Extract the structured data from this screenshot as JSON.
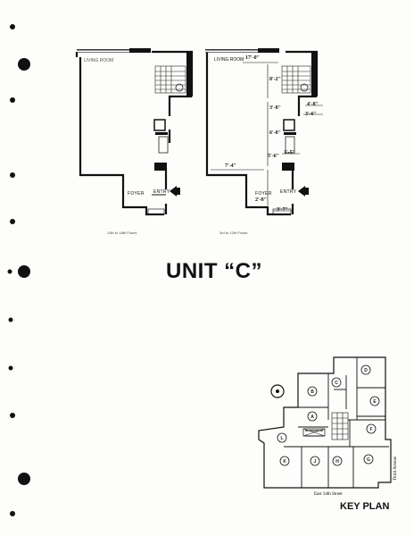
{
  "title": "UNIT “C”",
  "key_plan_title": "KEY PLAN",
  "left_plan": {
    "living_room_label": "LIVING ROOM",
    "foyer_label": "FOYER",
    "entry_label": "ENTRY",
    "caption": "13th to 18th Floors"
  },
  "right_plan": {
    "living_room_label": "LIVING ROOM",
    "foyer_label": "FOYER",
    "entry_label": "ENTRY",
    "caption": "3rd to 12th Floors",
    "dimensions": {
      "living_width": "17'-0\"",
      "bath_depth": "8'-2\"",
      "dim_a": "4'-8\"",
      "dim_b": "3'-8\"",
      "dim_c": "3'-6\"",
      "dim_d": "1'-5\"",
      "dim_e": "7'-4\"",
      "dim_f": "2'-8\"",
      "dim_g": "3'-7\"",
      "dim_h": "5'-6\"",
      "dim_i": "6'-8\""
    }
  },
  "key_plan": {
    "units": [
      "A",
      "B",
      "C",
      "D",
      "E",
      "F",
      "G",
      "H",
      "J",
      "K",
      "L"
    ],
    "street_east": "East 34th Street",
    "street_third": "Third Avenue"
  },
  "colors": {
    "ink": "#111111",
    "paper": "#fdfdfb"
  }
}
